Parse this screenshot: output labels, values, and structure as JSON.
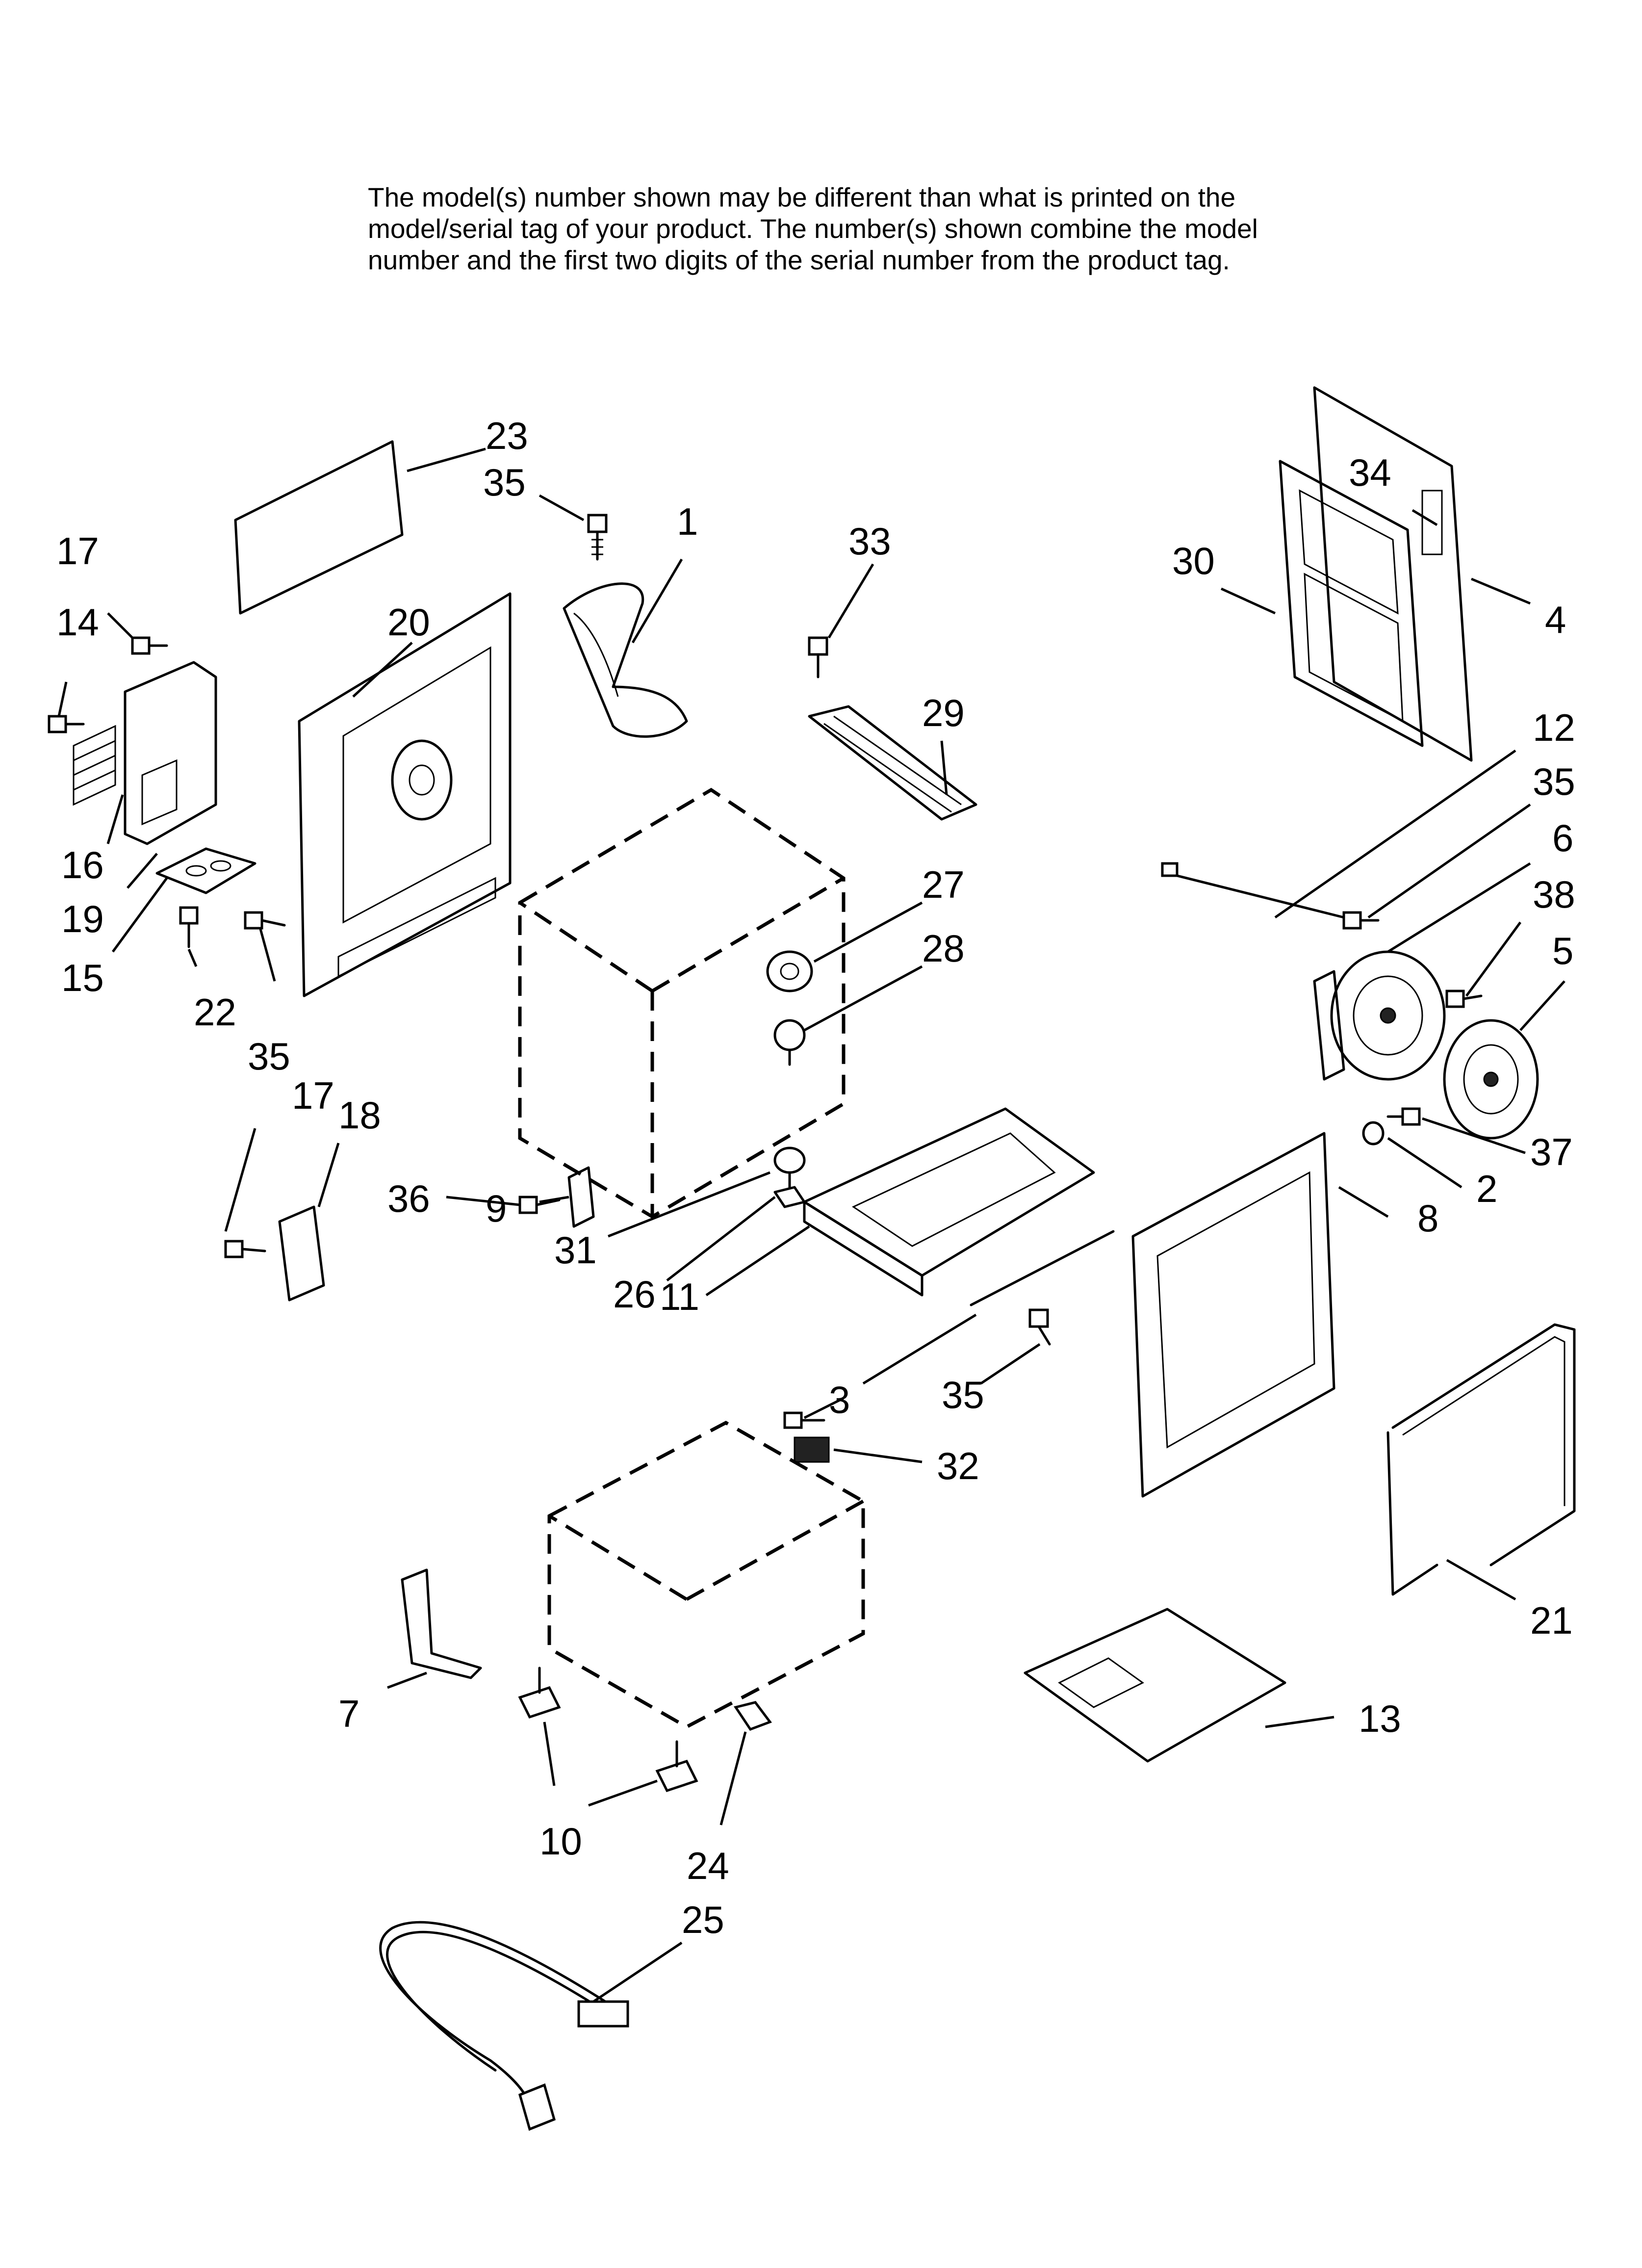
{
  "notice": {
    "line1": "The model(s) number shown may be different than what is printed on the",
    "line2": "model/serial tag of your product. The number(s) shown combine the model",
    "line3": "number and the first two digits of the serial number from the product tag."
  },
  "callouts": {
    "c1": "1",
    "c2": "2",
    "c3": "3",
    "c4": "4",
    "c5": "5",
    "c6": "6",
    "c7": "7",
    "c8": "8",
    "c9": "9",
    "c10": "10",
    "c11": "11",
    "c12": "12",
    "c13": "13",
    "c14": "14",
    "c15": "15",
    "c16": "16",
    "c17a": "17",
    "c17b": "17",
    "c18": "18",
    "c19": "19",
    "c20": "20",
    "c21": "21",
    "c22": "22",
    "c23": "23",
    "c24": "24",
    "c25": "25",
    "c26": "26",
    "c27": "27",
    "c28": "28",
    "c29": "29",
    "c30": "30",
    "c31": "31",
    "c32": "32",
    "c33": "33",
    "c34": "34",
    "c35a": "35",
    "c35b": "35",
    "c35c": "35",
    "c35d": "35",
    "c36": "36",
    "c37": "37",
    "c38": "38"
  }
}
